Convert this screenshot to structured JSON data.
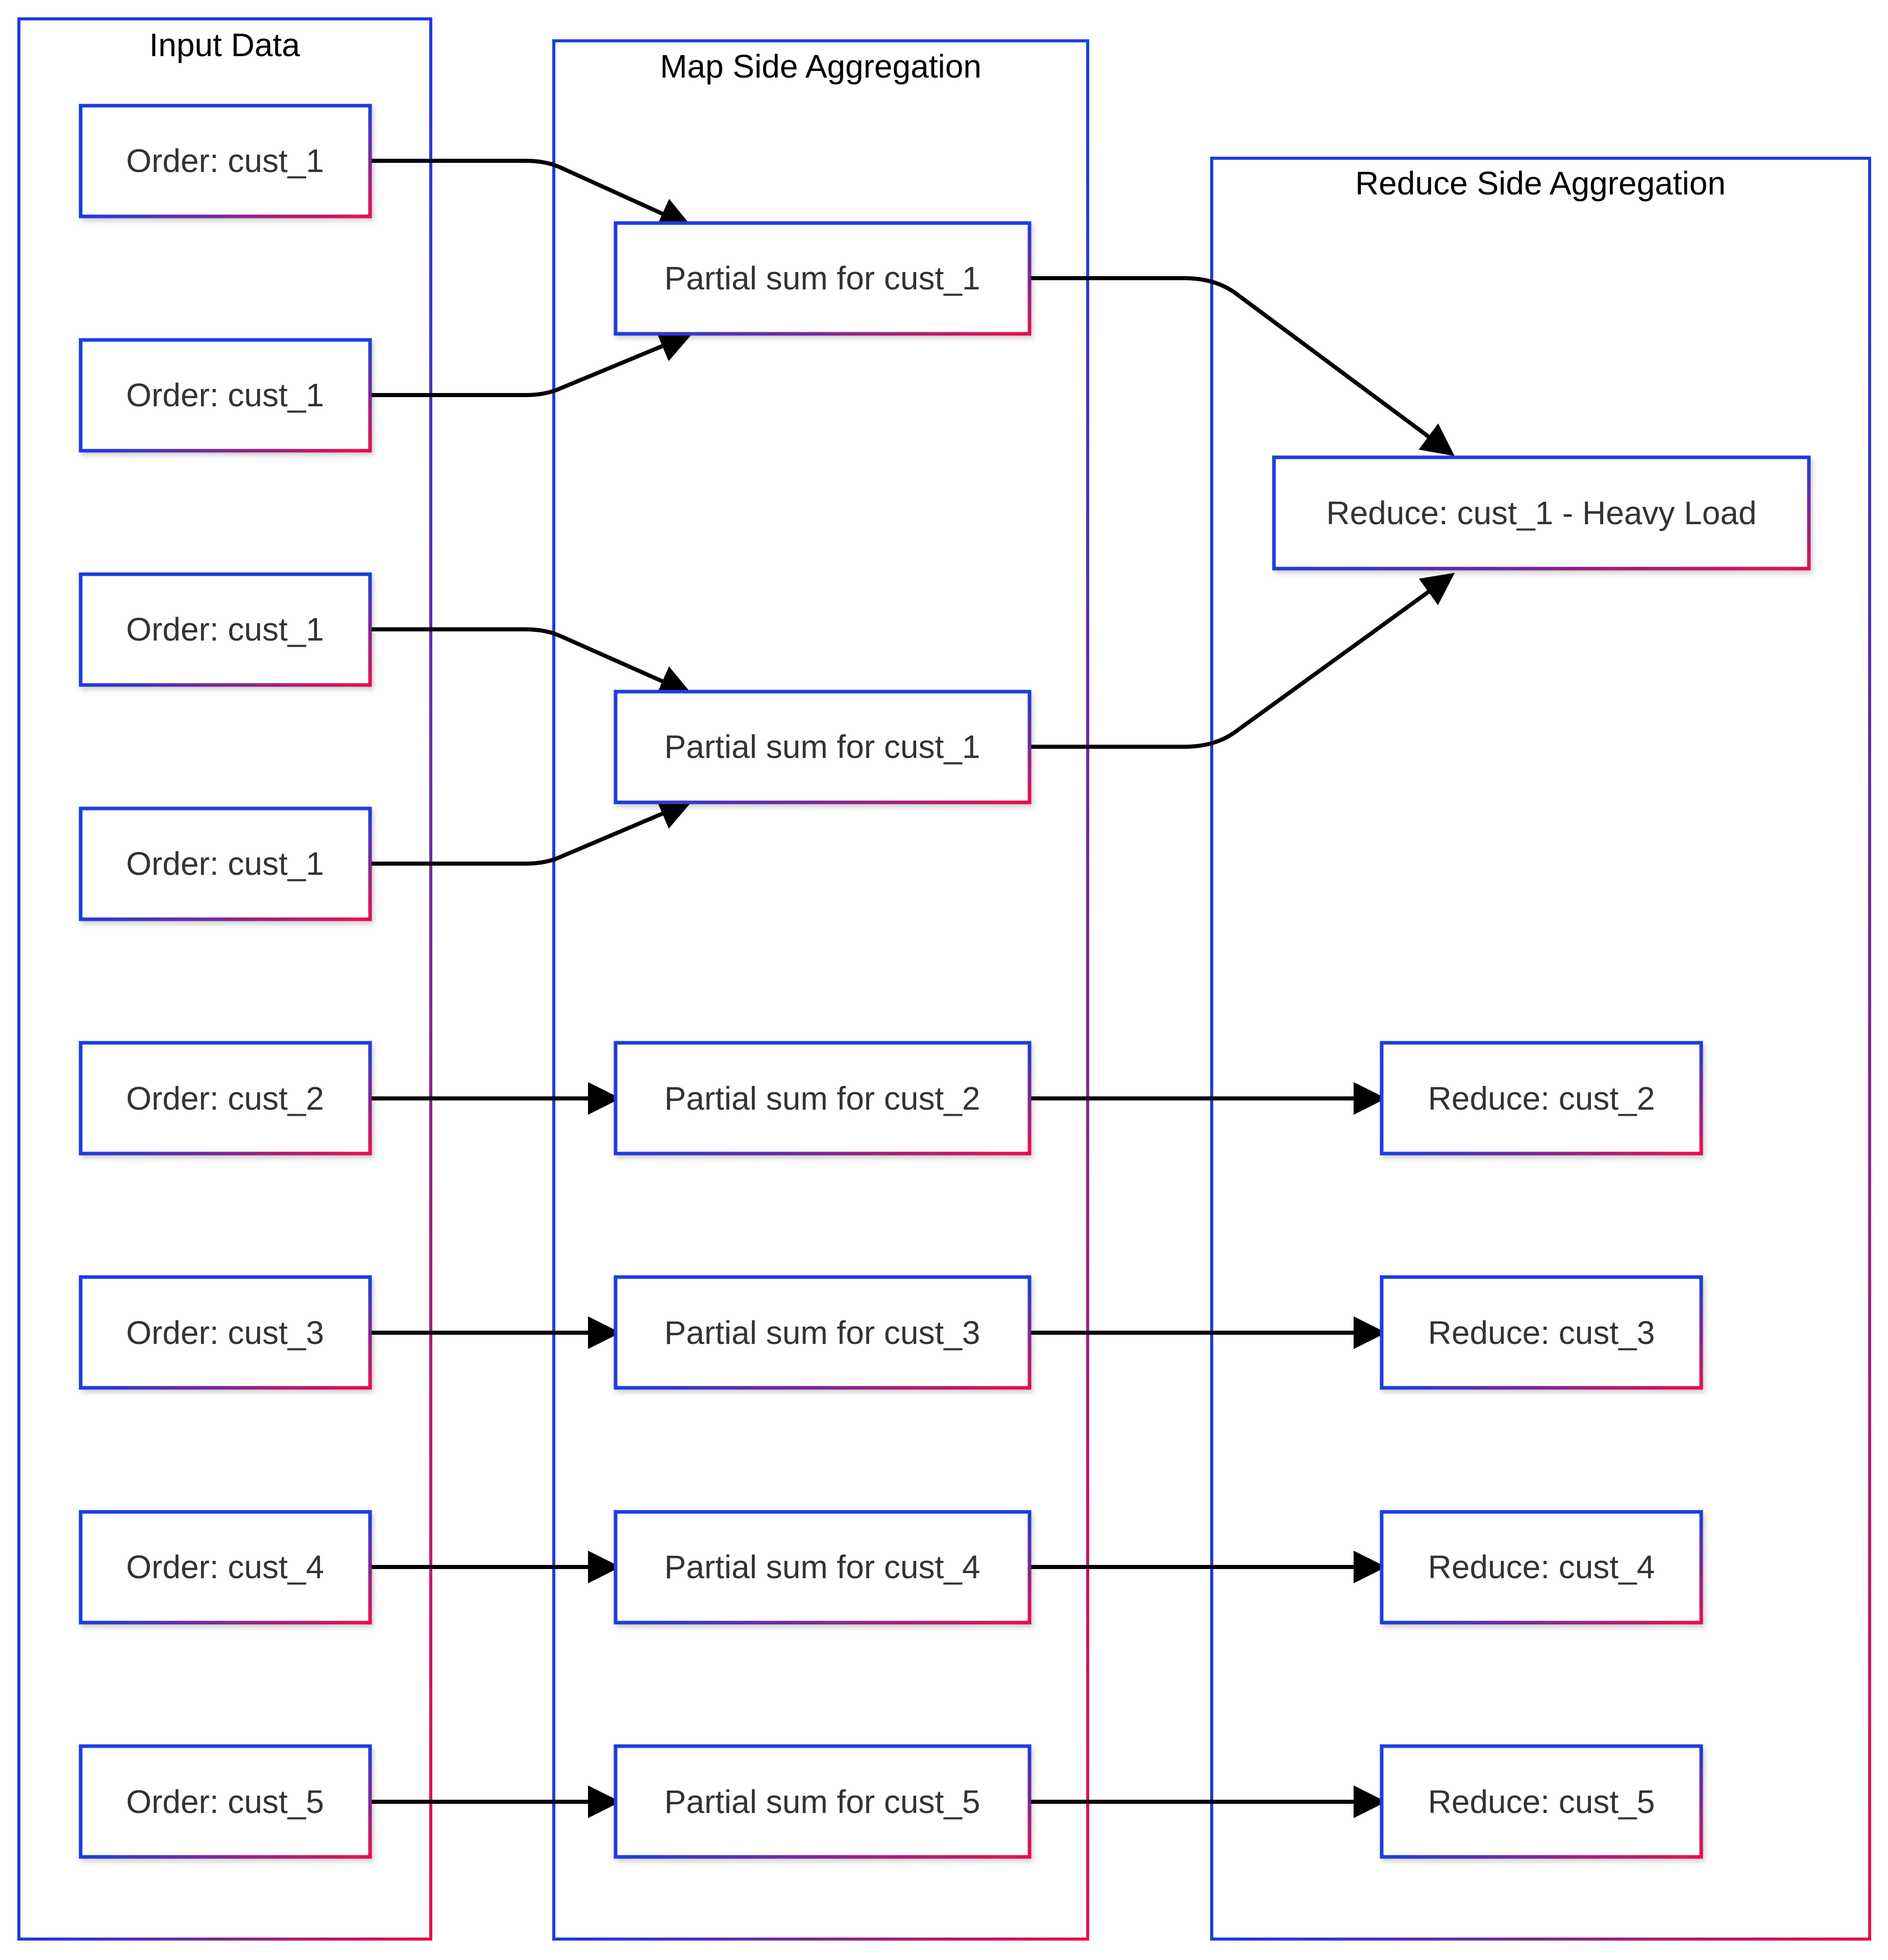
{
  "colors": {
    "border_start": "#1a3de0",
    "border_end": "#e8104a",
    "edge": "#000000",
    "title": "#000000",
    "label": "#333333"
  },
  "clusters": {
    "input": {
      "title": "Input Data"
    },
    "map": {
      "title": "Map Side Aggregation"
    },
    "reduce": {
      "title": "Reduce Side Aggregation"
    }
  },
  "nodes": {
    "in1": "Order: cust_1",
    "in2": "Order: cust_1",
    "in3": "Order: cust_1",
    "in4": "Order: cust_1",
    "in5": "Order: cust_2",
    "in6": "Order: cust_3",
    "in7": "Order: cust_4",
    "in8": "Order: cust_5",
    "map1": "Partial sum for cust_1",
    "map2": "Partial sum for cust_1",
    "map3": "Partial sum for cust_2",
    "map4": "Partial sum for cust_3",
    "map5": "Partial sum for cust_4",
    "map6": "Partial sum for cust_5",
    "red1": "Reduce: cust_1 - Heavy Load",
    "red2": "Reduce: cust_2",
    "red3": "Reduce: cust_3",
    "red4": "Reduce: cust_4",
    "red5": "Reduce: cust_5"
  },
  "edges": [
    {
      "from": "in1",
      "to": "map1"
    },
    {
      "from": "in2",
      "to": "map1"
    },
    {
      "from": "in3",
      "to": "map2"
    },
    {
      "from": "in4",
      "to": "map2"
    },
    {
      "from": "in5",
      "to": "map3"
    },
    {
      "from": "in6",
      "to": "map4"
    },
    {
      "from": "in7",
      "to": "map5"
    },
    {
      "from": "in8",
      "to": "map6"
    },
    {
      "from": "map1",
      "to": "red1"
    },
    {
      "from": "map2",
      "to": "red1"
    },
    {
      "from": "map3",
      "to": "red2"
    },
    {
      "from": "map4",
      "to": "red3"
    },
    {
      "from": "map5",
      "to": "red4"
    },
    {
      "from": "map6",
      "to": "red5"
    }
  ]
}
